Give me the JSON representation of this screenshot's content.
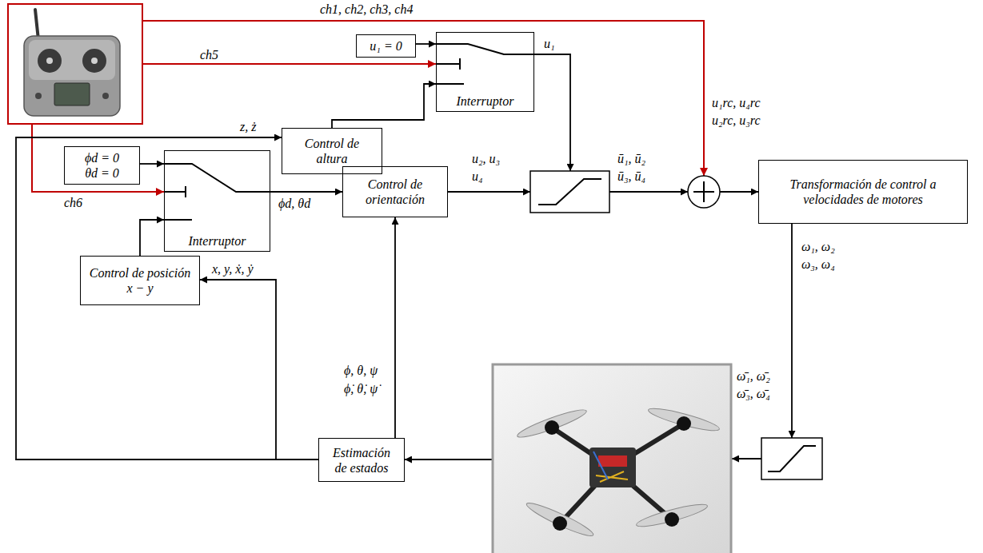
{
  "diagram": {
    "nodes": [
      {
        "text": [
          "u₁ = 0"
        ]
      },
      {
        "text": [
          "Interruptor"
        ]
      },
      {
        "text": [
          "Control de altura"
        ]
      },
      {
        "text": [
          "ϕd = 0",
          "θd = 0"
        ]
      },
      {
        "text": [
          "Interruptor"
        ]
      },
      {
        "text": [
          "Control de orientación"
        ]
      },
      {
        "text": [
          "Control de posición x − y"
        ]
      },
      {
        "text": [
          "Estimación de estados"
        ]
      },
      {
        "text": [
          "Transformación de control a velocidades de motores"
        ]
      }
    ],
    "edges": [
      {
        "from": 0,
        "to": 1,
        "arrow": "to"
      },
      {
        "from": 2,
        "to": 1,
        "arrow": "to"
      },
      {
        "from": 3,
        "to": 4,
        "arrow": "to"
      },
      {
        "from": 6,
        "to": 4,
        "arrow": "to"
      },
      {
        "from": 4,
        "to": 5,
        "label": "ϕd, θd",
        "arrow": "to"
      },
      {
        "from": 7,
        "to": 5,
        "label": "ϕ, θ, ψ",
        "arrow": "to"
      },
      {
        "from": 7,
        "to": 6,
        "label": "x, y, ẋ, ẏ",
        "arrow": "to"
      },
      {
        "from": 7,
        "to": 2,
        "label": "z, ż",
        "arrow": "to"
      }
    ],
    "labels": [
      "ch1, ch2, ch3, ch4",
      "ch5",
      "ch6",
      "u₁",
      "u₁rc, u₄rc",
      "u₂rc, u₃rc",
      "u₂, u₃",
      "u₄",
      "ū₁, ū₂",
      "ū₃, ū₄",
      "ω₁, ω₂",
      "ω₃, ω₄",
      "ω̄₁, ω̄₂",
      "ω̄₃, ω̄₄",
      "ϕ̇, θ̇, ψ̇"
    ]
  }
}
